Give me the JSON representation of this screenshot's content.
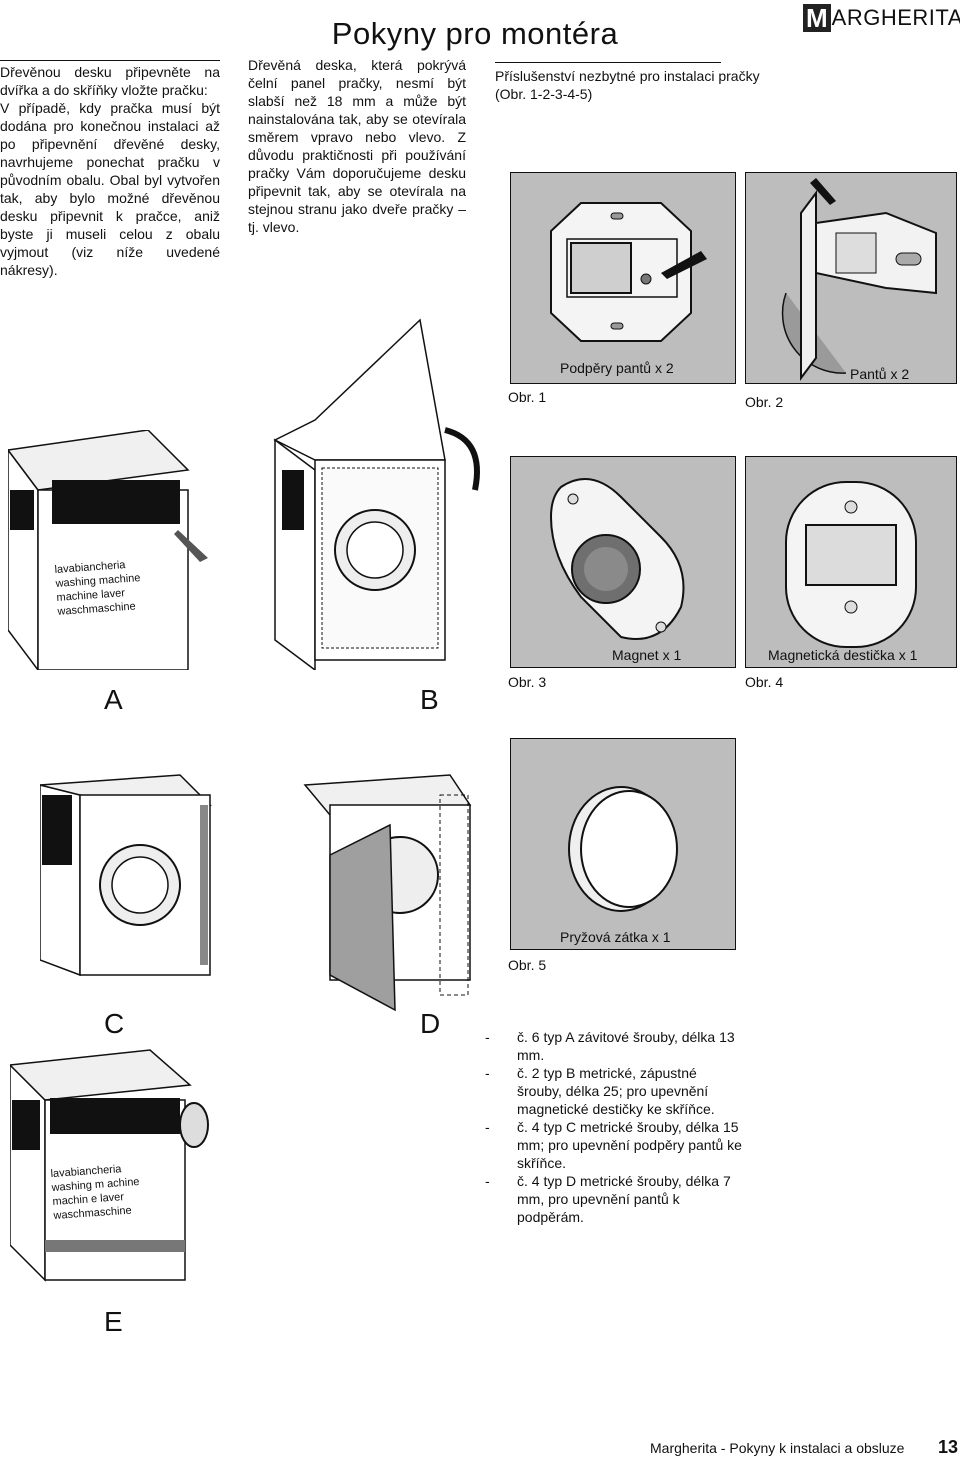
{
  "header": {
    "title": "Pokyny pro montéra",
    "logo_m": "M",
    "logo_rest": "ARGHERITA"
  },
  "left_column": {
    "heading": "Dřevěnou desku připevněte na dvířka a do skříňky vložte pračku:",
    "body": "V případě, kdy pračka musí být dodána pro konečnou instalaci až po připevnění dřevěné desky, navrhujeme ponechat pračku v původním obalu. Obal byl vytvořen tak, aby bylo možné dřevěnou desku připevnit k pračce, aniž byste ji museli celou z obalu vyjmout (",
    "link": "viz níže uvedené nákresy",
    "tail": ")."
  },
  "middle_column": {
    "body": "Dřevěná deska, která pokrývá čelní panel pračky, nesmí být slabší než 18 mm a může být nainstalována tak, aby se otevírala směrem vpravo nebo vlevo. Z důvodu praktičnosti při používání pračky Vám doporučujeme desku připevnit tak, aby se otevírala na stejnou stranu jako dveře pračky – tj. vlevo."
  },
  "right_column": {
    "heading": "Příslušenství nezbytné pro instalaci pračky",
    "ref": "(Obr. 1-2-3-4-5)"
  },
  "figures": [
    {
      "label": "Obr. 1",
      "caption": "Podpěry pantů x 2"
    },
    {
      "label": "Obr. 2",
      "caption": "Pantů x 2"
    },
    {
      "label": "Obr. 3",
      "caption": "Magnet x 1"
    },
    {
      "label": "Obr. 4",
      "caption": "Magnetická destička x 1"
    },
    {
      "label": "Obr. 5",
      "caption": "Pryžová zátka x 1"
    }
  ],
  "steps": [
    "A",
    "B",
    "C",
    "D",
    "E"
  ],
  "box_print": {
    "line1": "lavabiancheria",
    "line2": "washing machine",
    "line3": "machine  laver",
    "line4": "waschmaschine"
  },
  "box_print_e": {
    "line1": "lavabiancheria",
    "line2": "washing m achine",
    "line3": "machin e  laver",
    "line4": "waschmaschine"
  },
  "screws": [
    {
      "pre": "č. 6 typ ",
      "type": "A",
      "post": " závitové šrouby, délka 13 mm."
    },
    {
      "pre": "č. 2 typ ",
      "type": "B",
      "post": " metrické, zápustné šrouby, délka 25; pro upevnění magnetické destičky ke skříňce."
    },
    {
      "pre": "č. 4 typ ",
      "type": "C",
      "post": " metrické šrouby, délka 15 mm; pro upevnění podpěry pantů ke skříňce."
    },
    {
      "pre": "č. 4 typ ",
      "type": "D",
      "post": " metrické šrouby, délka 7 mm, pro upevnění pantů k podpěrám."
    }
  ],
  "footer": {
    "text": "Margherita - Pokyny k instalaci a obsluze",
    "page": "13"
  },
  "colors": {
    "panel_gray": "#bdbdbd",
    "ink": "#111111"
  }
}
